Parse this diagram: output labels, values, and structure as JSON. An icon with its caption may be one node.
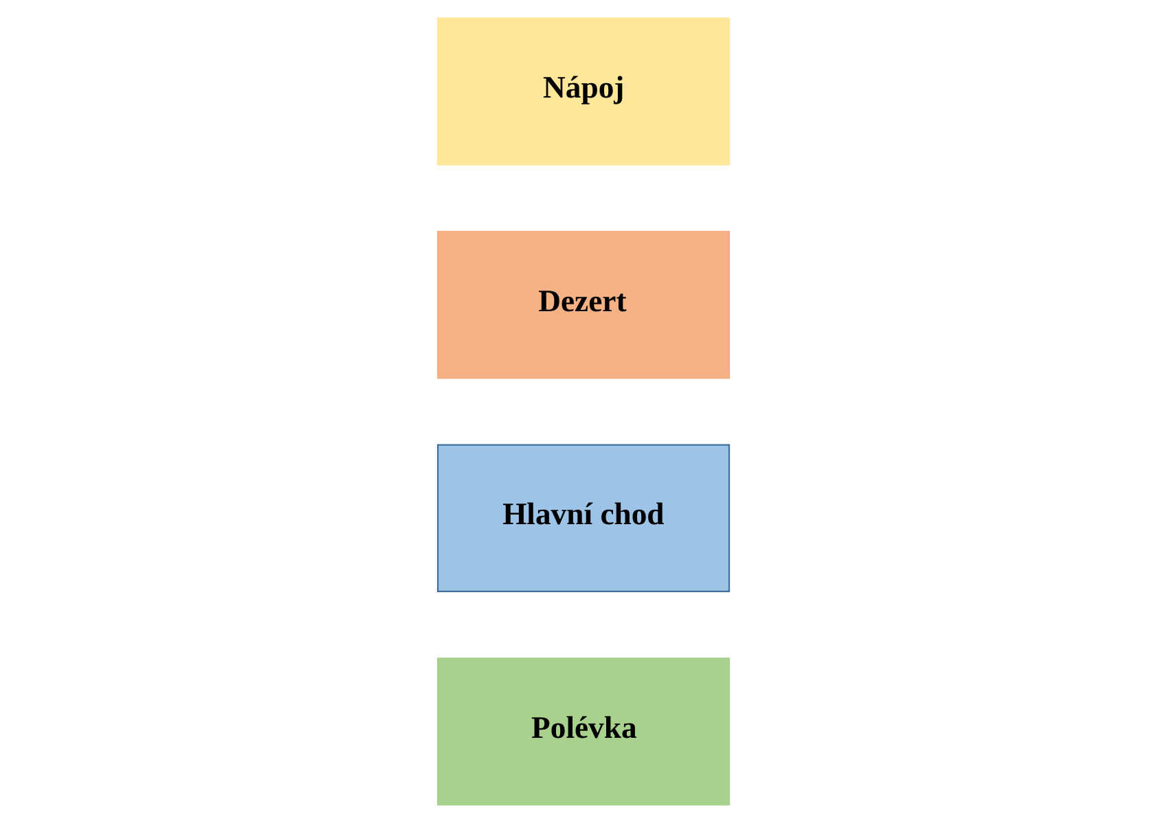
{
  "diagram": {
    "nodes": [
      {
        "text": [
          "Polévka"
        ]
      },
      {
        "text": [
          "Hlavní chod"
        ]
      },
      {
        "text": [
          "Dezert"
        ]
      },
      {
        "text": [
          "Nápoj"
        ]
      }
    ]
  }
}
